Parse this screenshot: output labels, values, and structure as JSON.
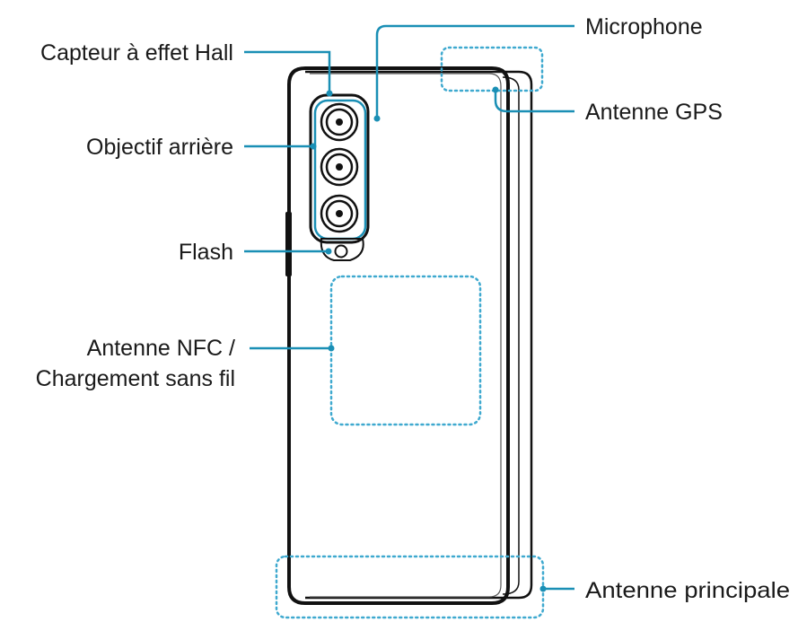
{
  "labels": {
    "hall_sensor": "Capteur à effet Hall",
    "rear_camera": "Objectif arrière",
    "flash": "Flash",
    "nfc_line1": "Antenne NFC /",
    "nfc_line2": "Chargement sans fil",
    "microphone": "Microphone",
    "gps": "Antenne GPS",
    "main_antenna": "Antenne principale"
  },
  "colors": {
    "leader_line": "#1a8fb5",
    "dotted_region": "#3fa9cf",
    "device_outline": "#111111"
  }
}
